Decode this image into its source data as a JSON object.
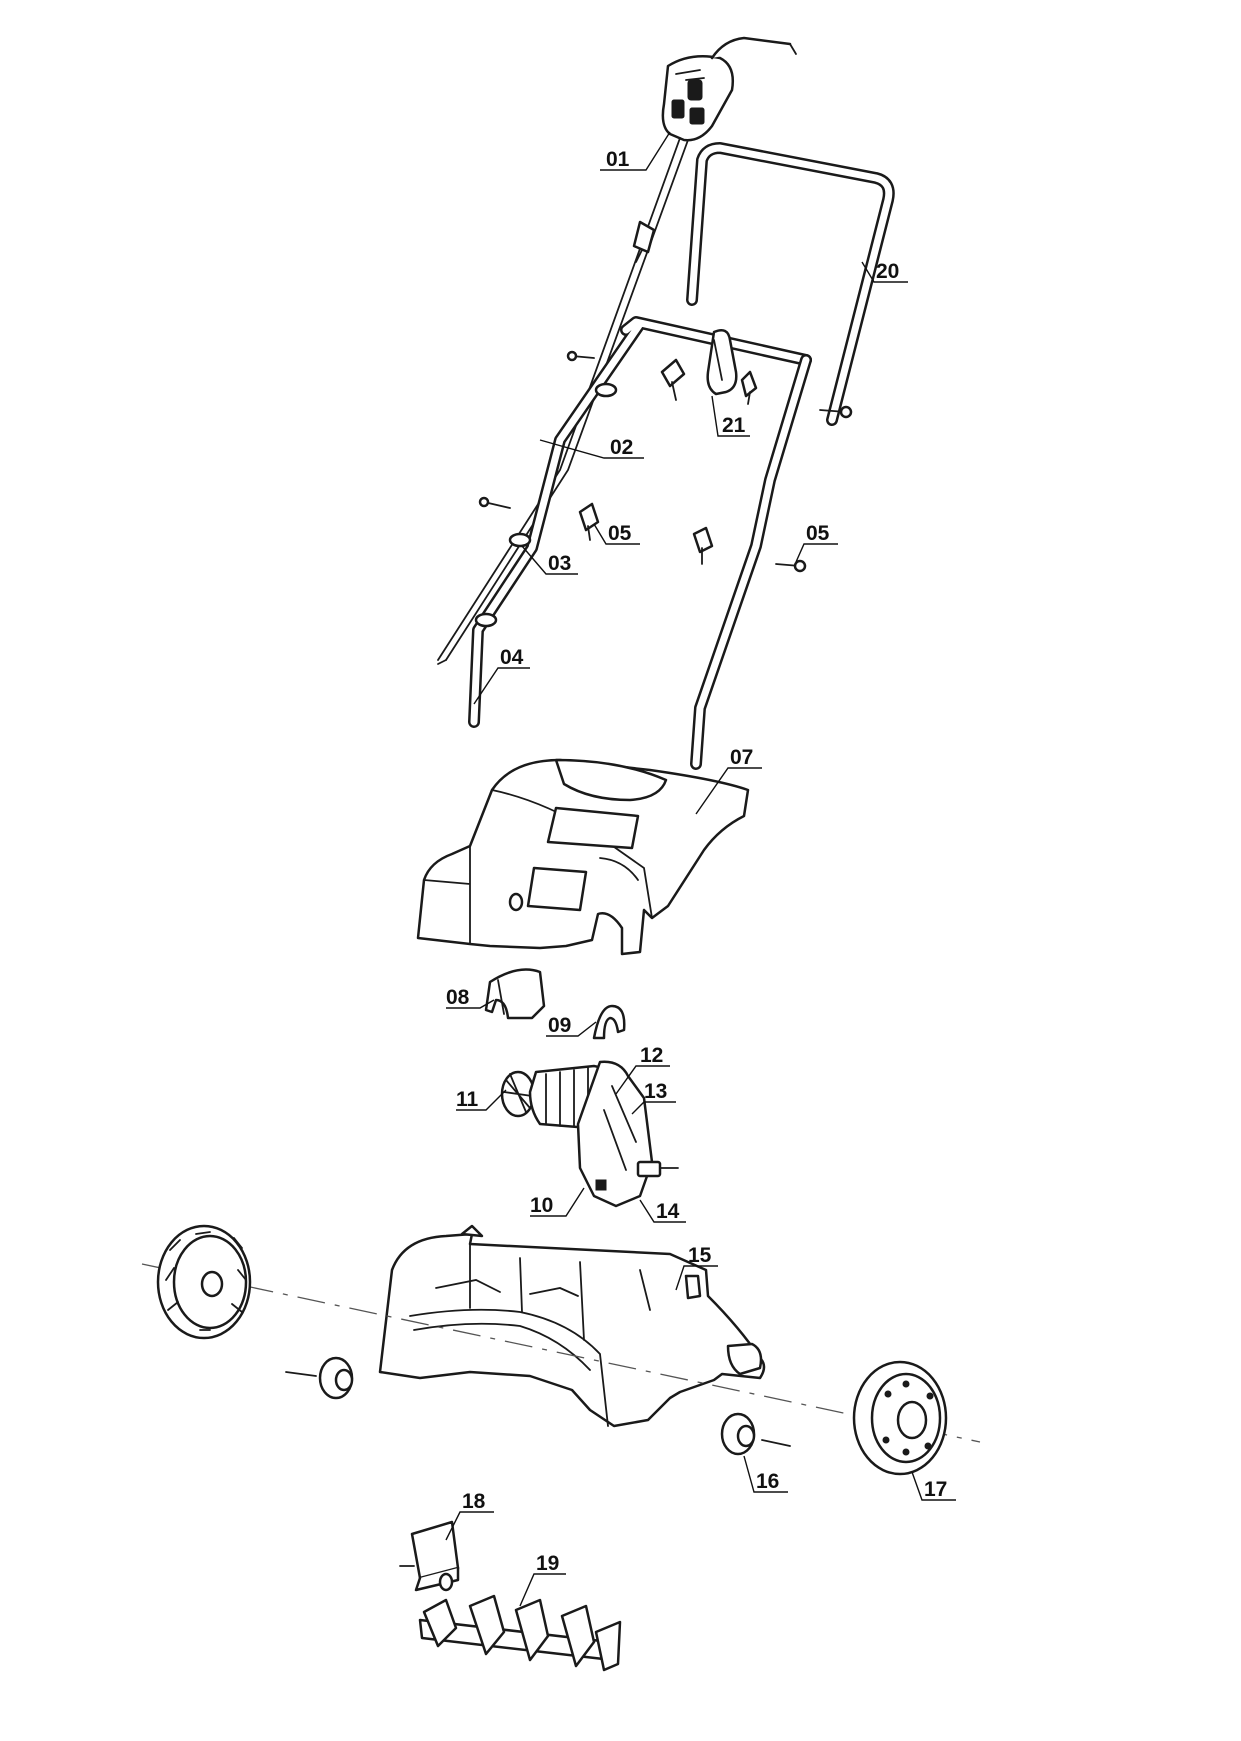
{
  "diagram": {
    "part_labels": [
      "01",
      "02",
      "03",
      "04",
      "05",
      "05",
      "07",
      "08",
      "09",
      "10",
      "11",
      "12",
      "13",
      "14",
      "15",
      "16",
      "17",
      "18",
      "19",
      "20",
      "21"
    ]
  }
}
